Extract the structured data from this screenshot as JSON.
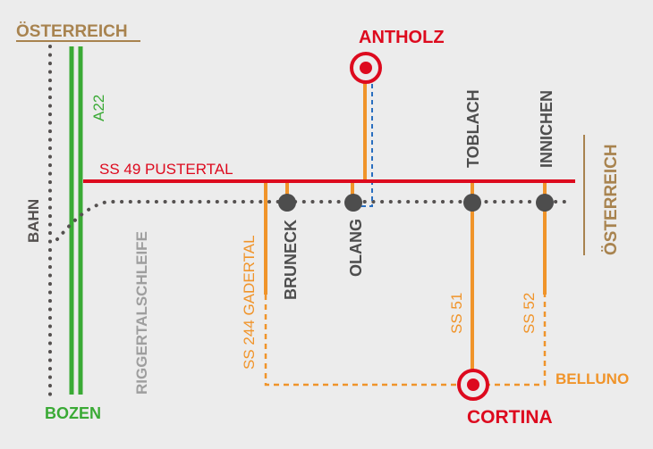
{
  "colors": {
    "background": "#ececec",
    "border_austria": "#a8834f",
    "highway": "#3aaa35",
    "main_road": "#dd0a1e",
    "secondary_road": "#f0942a",
    "rail": "#555150",
    "station": "#4d4d4d",
    "bus_dashed": "#2a6fc0",
    "riggertal_label": "#9e9e9e"
  },
  "borders": {
    "north_label": "ÖSTERREICH",
    "east_label": "ÖSTERREICH"
  },
  "highway": {
    "label": "A22",
    "destination": "BOZEN"
  },
  "main_road": {
    "label": "SS 49 PUSTERTAL"
  },
  "rail": {
    "label": "BAHN",
    "loop_label": "RIGGERTALSCHLEIFE"
  },
  "stations": [
    {
      "name": "BRUNECK"
    },
    {
      "name": "OLANG"
    },
    {
      "name": "TOBLACH"
    },
    {
      "name": "INNICHEN"
    }
  ],
  "secondary_roads": [
    {
      "label": "SS 244 GADERTAL"
    },
    {
      "label": "SS 51"
    },
    {
      "label": "SS 52"
    }
  ],
  "destinations": {
    "antholz": "ANTHOLZ",
    "cortina": "CORTINA",
    "belluno": "BELLUNO"
  }
}
